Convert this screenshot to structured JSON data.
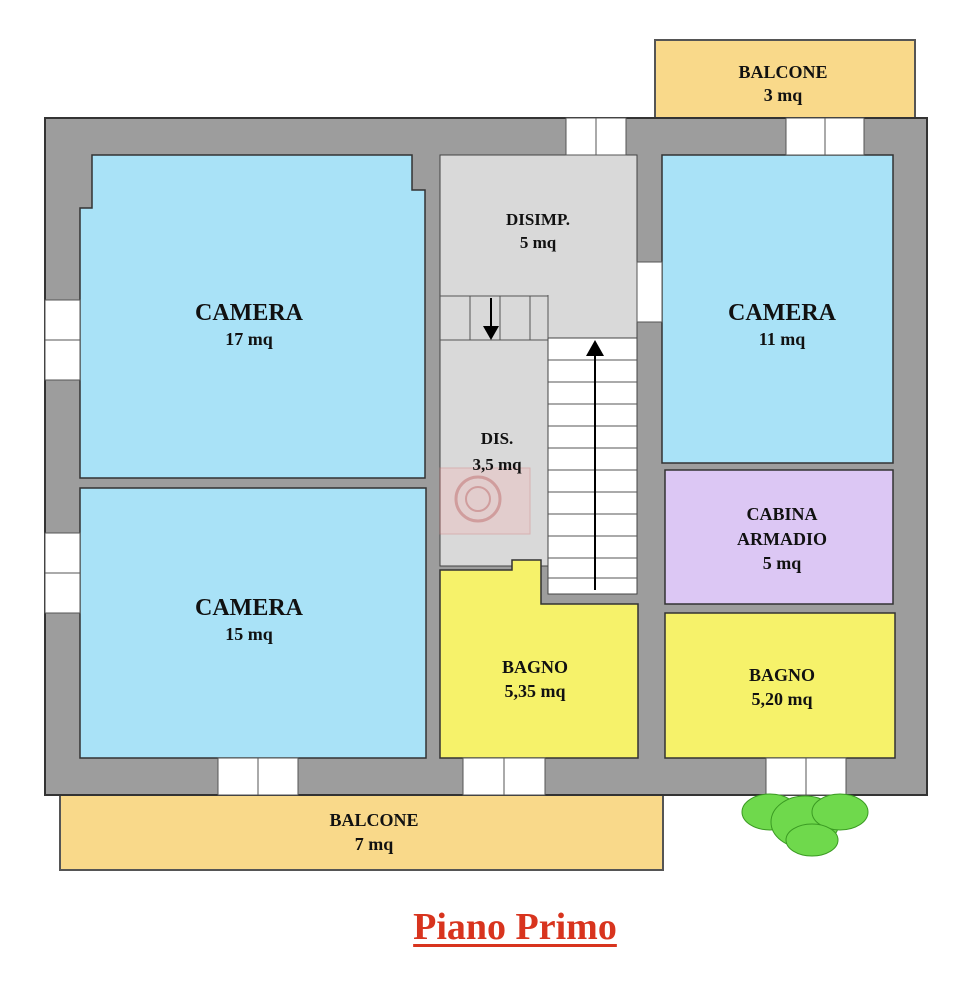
{
  "plan": {
    "title": "Piano Primo",
    "colors": {
      "wall": "#9d9d9d",
      "bedroom": "#a9e2f7",
      "bathroom": "#f6f26a",
      "balcony": "#f9d98a",
      "walkin_closet": "#dcc7f4",
      "hallway": "#d9d9d9",
      "title": "#d8341e",
      "plant": "#6fd94c"
    },
    "rooms": {
      "camera_nw": {
        "name": "CAMERA",
        "area": "17 mq"
      },
      "camera_sw": {
        "name": "CAMERA",
        "area": "15 mq"
      },
      "camera_ne": {
        "name": "CAMERA",
        "area": "11 mq"
      },
      "disimpegno": {
        "name": "DISIMP.",
        "area": "5 mq"
      },
      "dis": {
        "name": "DIS.",
        "area": "3,5 mq"
      },
      "cabina": {
        "name_line1": "CABINA",
        "name_line2": "ARMADIO",
        "area": "5 mq"
      },
      "bagno_center": {
        "name": "BAGNO",
        "area": "5,35 mq"
      },
      "bagno_east": {
        "name": "BAGNO",
        "area": "5,20 mq"
      },
      "balcone_top": {
        "name": "BALCONE",
        "area": "3 mq"
      },
      "balcone_bottom": {
        "name": "BALCONE",
        "area": "7 mq"
      }
    }
  }
}
